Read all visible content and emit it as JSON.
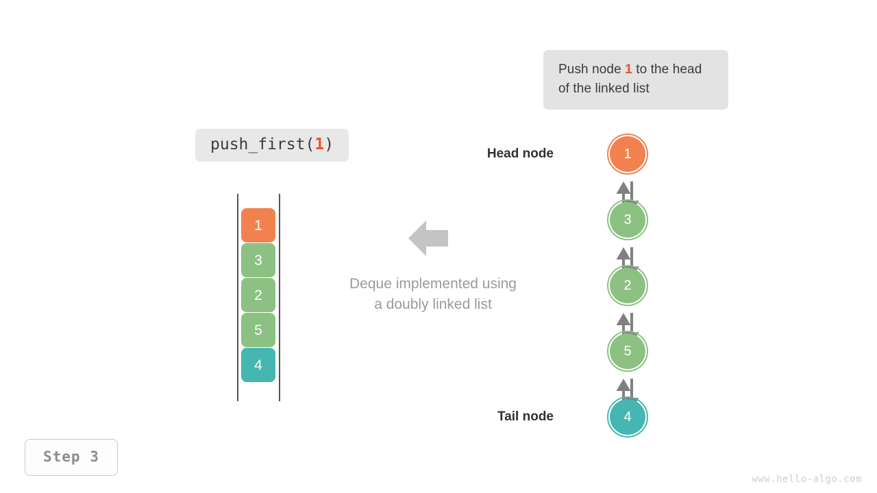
{
  "callout": {
    "text_before": "Push node ",
    "highlight": "1",
    "text_after": " to the head of the linked list",
    "bg_color": "#e3e3e3",
    "highlight_color": "#f4511e"
  },
  "operation": {
    "label_prefix": "push_first(",
    "label_arg": "1",
    "label_suffix": ")",
    "bg_color": "#e8e8e8"
  },
  "deque_array": {
    "name": "deque-as-array",
    "cells": [
      {
        "value": "1",
        "color": "#f1824f"
      },
      {
        "value": "3",
        "color": "#8cc183"
      },
      {
        "value": "2",
        "color": "#8cc183"
      },
      {
        "value": "5",
        "color": "#8cc183"
      },
      {
        "value": "4",
        "color": "#45b7b0"
      }
    ]
  },
  "center": {
    "arrow_direction": "left",
    "arrow_color": "#c4c4c4",
    "caption_line1": "Deque implemented using",
    "caption_line2": "a doubly linked list",
    "caption_color": "#9a9a9a"
  },
  "linked_list": {
    "head_label": "Head node",
    "tail_label": "Tail node",
    "nodes": [
      {
        "value": "1",
        "color": "#f1824f"
      },
      {
        "value": "3",
        "color": "#8cc183"
      },
      {
        "value": "2",
        "color": "#8cc183"
      },
      {
        "value": "5",
        "color": "#8cc183"
      },
      {
        "value": "4",
        "color": "#45b7b0"
      }
    ],
    "link_color": "#808080",
    "link_type": "bidirectional"
  },
  "step_badge": {
    "label": "Step 3"
  },
  "watermark": {
    "text": "www.hello-algo.com"
  }
}
